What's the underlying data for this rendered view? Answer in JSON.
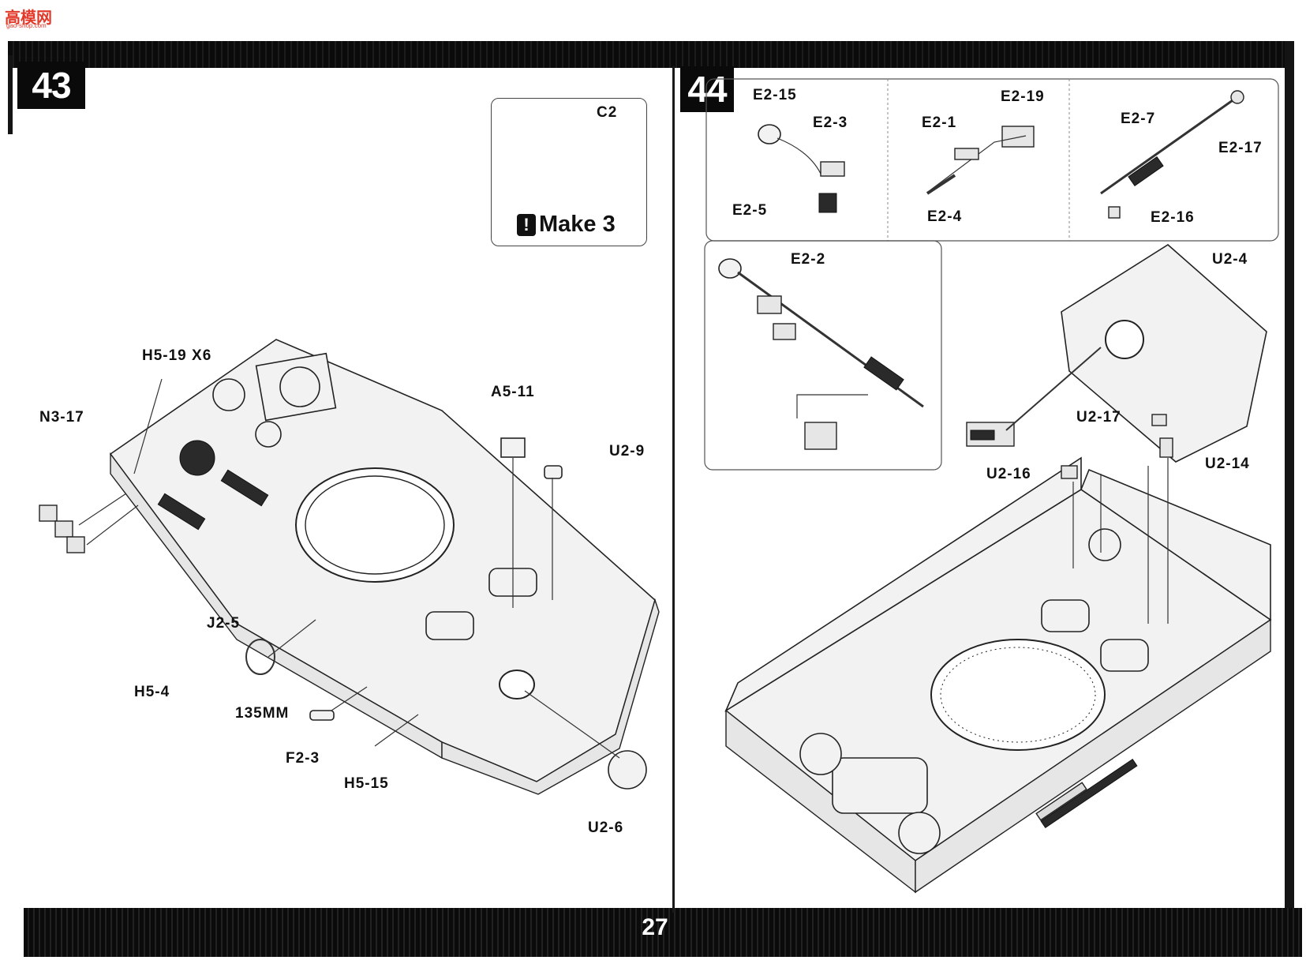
{
  "watermark": {
    "logo_text": "高模网",
    "logo_sub": "gao-shop.com"
  },
  "page_number": "27",
  "step43": {
    "number": "43",
    "callout": {
      "label": "C2",
      "note": "Make 3",
      "warning_icon": "exclamation-icon"
    },
    "labels": {
      "h5_19": "H5-19 X6",
      "n3_17": "N3-17",
      "a5_11": "A5-11",
      "u2_9": "U2-9",
      "j2_5": "J2-5",
      "h5_4": "H5-4",
      "mm135": "135MM",
      "f2_3": "F2-3",
      "h5_15": "H5-15",
      "u2_6": "U2-6"
    }
  },
  "step44": {
    "number": "44",
    "labels": {
      "e2_15": "E2-15",
      "e2_3": "E2-3",
      "e2_5": "E2-5",
      "e2_19": "E2-19",
      "e2_1": "E2-1",
      "e2_4": "E2-4",
      "e2_7": "E2-7",
      "e2_17": "E2-17",
      "e2_16": "E2-16",
      "e2_2": "E2-2",
      "u2_4": "U2-4",
      "u2_17": "U2-17",
      "u2_16": "U2-16",
      "u2_14": "U2-14"
    }
  }
}
